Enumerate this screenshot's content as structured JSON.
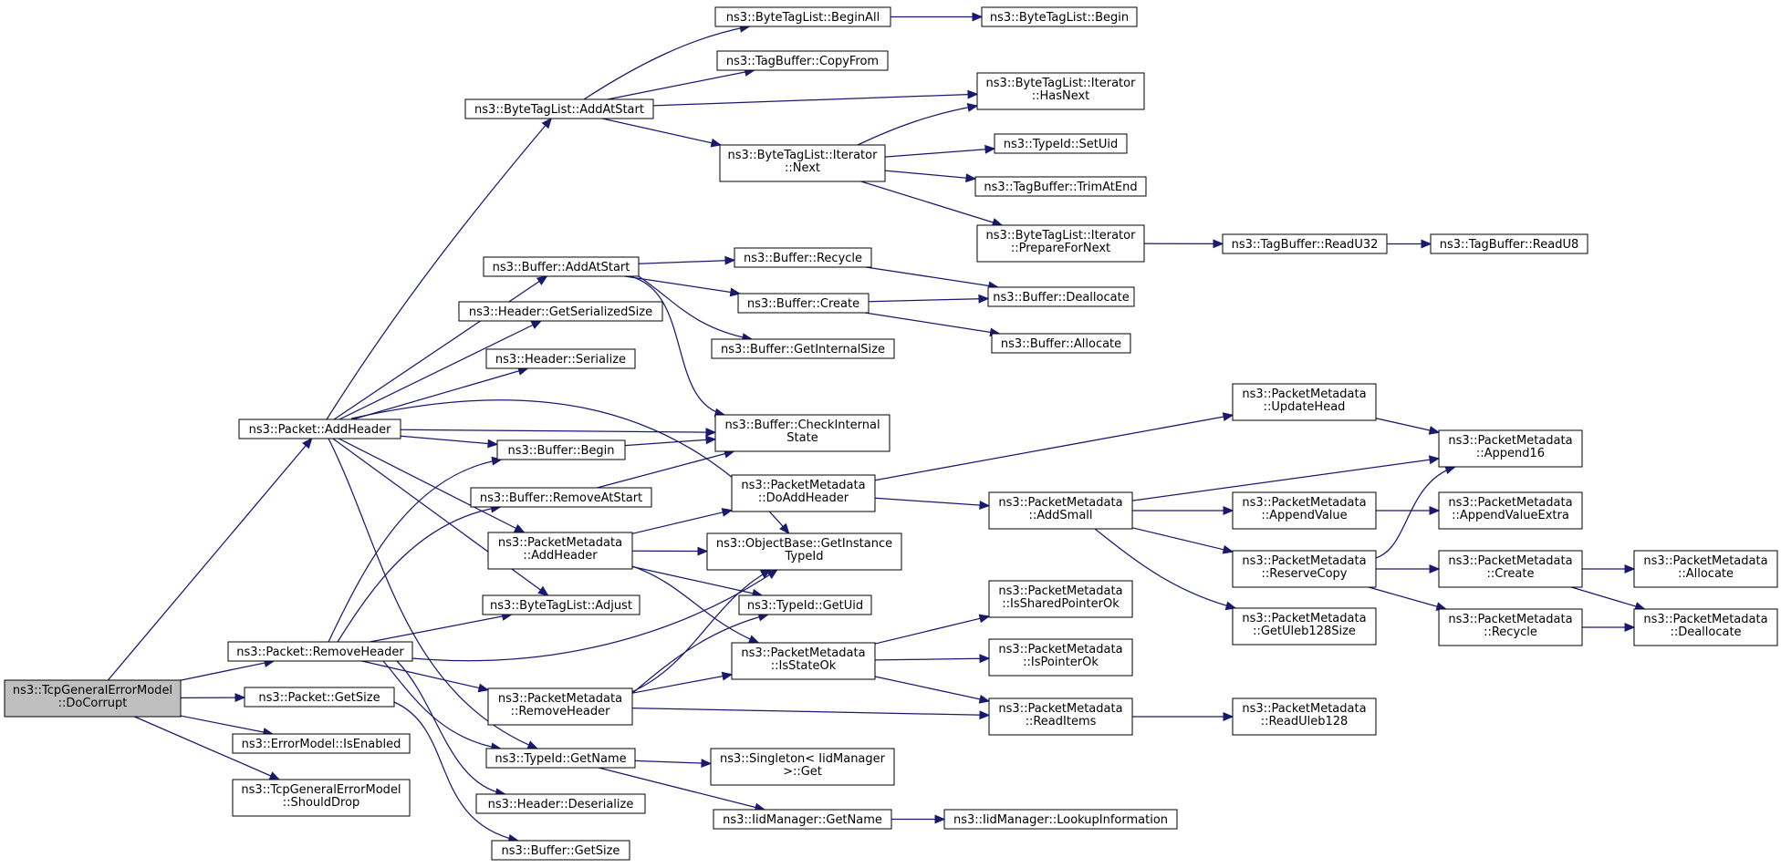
{
  "diagram": {
    "colors": {
      "edge": "#191970",
      "node_border": "#000000",
      "root_fill": "#bfbfbf",
      "node_fill": "#ffffff"
    },
    "nodes": [
      {
        "id": "n0",
        "lines": [
          "ns3::TcpGeneralErrorModel",
          "::DoCorrupt"
        ],
        "root": true
      },
      {
        "id": "n1",
        "lines": [
          "ns3::Packet::AddHeader"
        ]
      },
      {
        "id": "n2",
        "lines": [
          "ns3::Packet::RemoveHeader"
        ]
      },
      {
        "id": "n3",
        "lines": [
          "ns3::Packet::GetSize"
        ]
      },
      {
        "id": "n4",
        "lines": [
          "ns3::ErrorModel::IsEnabled"
        ]
      },
      {
        "id": "n5",
        "lines": [
          "ns3::TcpGeneralErrorModel",
          "::ShouldDrop"
        ]
      },
      {
        "id": "n6",
        "lines": [
          "ns3::ByteTagList::AddAtStart"
        ]
      },
      {
        "id": "n7",
        "lines": [
          "ns3::Buffer::AddAtStart"
        ]
      },
      {
        "id": "n8",
        "lines": [
          "ns3::Header::GetSerializedSize"
        ]
      },
      {
        "id": "n9",
        "lines": [
          "ns3::Header::Serialize"
        ]
      },
      {
        "id": "n10",
        "lines": [
          "ns3::Buffer::Begin"
        ]
      },
      {
        "id": "n11",
        "lines": [
          "ns3::Buffer::RemoveAtStart"
        ]
      },
      {
        "id": "n12",
        "lines": [
          "ns3::PacketMetadata",
          "::AddHeader"
        ]
      },
      {
        "id": "n13",
        "lines": [
          "ns3::ByteTagList::Adjust"
        ]
      },
      {
        "id": "n14",
        "lines": [
          "ns3::PacketMetadata",
          "::RemoveHeader"
        ]
      },
      {
        "id": "n15",
        "lines": [
          "ns3::TypeId::GetName"
        ]
      },
      {
        "id": "n16",
        "lines": [
          "ns3::Header::Deserialize"
        ]
      },
      {
        "id": "n17",
        "lines": [
          "ns3::Buffer::GetSize"
        ]
      },
      {
        "id": "n18",
        "lines": [
          "ns3::ByteTagList::BeginAll"
        ]
      },
      {
        "id": "n19",
        "lines": [
          "ns3::TagBuffer::CopyFrom"
        ]
      },
      {
        "id": "n20",
        "lines": [
          "ns3::ByteTagList::Iterator",
          "::Next"
        ]
      },
      {
        "id": "n21",
        "lines": [
          "ns3::Buffer::Recycle"
        ]
      },
      {
        "id": "n22",
        "lines": [
          "ns3::Buffer::Create"
        ]
      },
      {
        "id": "n23",
        "lines": [
          "ns3::Buffer::GetInternalSize"
        ]
      },
      {
        "id": "n24",
        "lines": [
          "ns3::Buffer::CheckInternal",
          "State"
        ]
      },
      {
        "id": "n25",
        "lines": [
          "ns3::PacketMetadata",
          "::DoAddHeader"
        ]
      },
      {
        "id": "n26",
        "lines": [
          "ns3::ObjectBase::GetInstance",
          "TypeId"
        ]
      },
      {
        "id": "n27",
        "lines": [
          "ns3::TypeId::GetUid"
        ]
      },
      {
        "id": "n28",
        "lines": [
          "ns3::PacketMetadata",
          "::IsStateOk"
        ]
      },
      {
        "id": "n29",
        "lines": [
          "ns3::Singleton< IidManager",
          " >::Get"
        ]
      },
      {
        "id": "n30",
        "lines": [
          "ns3::IidManager::GetName"
        ]
      },
      {
        "id": "n31",
        "lines": [
          "ns3::ByteTagList::Begin"
        ]
      },
      {
        "id": "n32",
        "lines": [
          "ns3::ByteTagList::Iterator",
          "::HasNext"
        ]
      },
      {
        "id": "n33",
        "lines": [
          "ns3::TypeId::SetUid"
        ]
      },
      {
        "id": "n34",
        "lines": [
          "ns3::TagBuffer::TrimAtEnd"
        ]
      },
      {
        "id": "n35",
        "lines": [
          "ns3::ByteTagList::Iterator",
          "::PrepareForNext"
        ]
      },
      {
        "id": "n36",
        "lines": [
          "ns3::Buffer::Deallocate"
        ]
      },
      {
        "id": "n37",
        "lines": [
          "ns3::Buffer::Allocate"
        ]
      },
      {
        "id": "n38",
        "lines": [
          "ns3::PacketMetadata",
          "::AddSmall"
        ]
      },
      {
        "id": "n39",
        "lines": [
          "ns3::PacketMetadata",
          "::IsSharedPointerOk"
        ]
      },
      {
        "id": "n40",
        "lines": [
          "ns3::PacketMetadata",
          "::IsPointerOk"
        ]
      },
      {
        "id": "n41",
        "lines": [
          "ns3::PacketMetadata",
          "::ReadItems"
        ]
      },
      {
        "id": "n42",
        "lines": [
          "ns3::IidManager::LookupInformation"
        ]
      },
      {
        "id": "n43",
        "lines": [
          "ns3::TagBuffer::ReadU32"
        ]
      },
      {
        "id": "n44",
        "lines": [
          "ns3::PacketMetadata",
          "::UpdateHead"
        ]
      },
      {
        "id": "n45",
        "lines": [
          "ns3::PacketMetadata",
          "::AppendValue"
        ]
      },
      {
        "id": "n46",
        "lines": [
          "ns3::PacketMetadata",
          "::ReserveCopy"
        ]
      },
      {
        "id": "n47",
        "lines": [
          "ns3::PacketMetadata",
          "::GetUleb128Size"
        ]
      },
      {
        "id": "n48",
        "lines": [
          "ns3::PacketMetadata",
          "::ReadUleb128"
        ]
      },
      {
        "id": "n49",
        "lines": [
          "ns3::TagBuffer::ReadU8"
        ]
      },
      {
        "id": "n50",
        "lines": [
          "ns3::PacketMetadata",
          "::Append16"
        ]
      },
      {
        "id": "n51",
        "lines": [
          "ns3::PacketMetadata",
          "::AppendValueExtra"
        ]
      },
      {
        "id": "n52",
        "lines": [
          "ns3::PacketMetadata",
          "::Create"
        ]
      },
      {
        "id": "n53",
        "lines": [
          "ns3::PacketMetadata",
          "::Recycle"
        ]
      },
      {
        "id": "n54",
        "lines": [
          "ns3::PacketMetadata",
          "::Allocate"
        ]
      },
      {
        "id": "n55",
        "lines": [
          "ns3::PacketMetadata",
          "::Deallocate"
        ]
      }
    ],
    "edges": [
      [
        "n0",
        "n1"
      ],
      [
        "n0",
        "n2"
      ],
      [
        "n0",
        "n3"
      ],
      [
        "n0",
        "n4"
      ],
      [
        "n0",
        "n5"
      ],
      [
        "n1",
        "n6"
      ],
      [
        "n1",
        "n7"
      ],
      [
        "n1",
        "n8"
      ],
      [
        "n1",
        "n9"
      ],
      [
        "n1",
        "n24"
      ],
      [
        "n1",
        "n10"
      ],
      [
        "n1",
        "n12"
      ],
      [
        "n1",
        "n13"
      ],
      [
        "n1",
        "n26"
      ],
      [
        "n1",
        "n15"
      ],
      [
        "n2",
        "n10"
      ],
      [
        "n2",
        "n11"
      ],
      [
        "n2",
        "n13"
      ],
      [
        "n2",
        "n26"
      ],
      [
        "n2",
        "n14"
      ],
      [
        "n2",
        "n15"
      ],
      [
        "n2",
        "n16"
      ],
      [
        "n3",
        "n17"
      ],
      [
        "n6",
        "n18"
      ],
      [
        "n6",
        "n19"
      ],
      [
        "n6",
        "n32"
      ],
      [
        "n6",
        "n20"
      ],
      [
        "n18",
        "n31"
      ],
      [
        "n20",
        "n32"
      ],
      [
        "n20",
        "n33"
      ],
      [
        "n20",
        "n34"
      ],
      [
        "n20",
        "n35"
      ],
      [
        "n35",
        "n43"
      ],
      [
        "n43",
        "n49"
      ],
      [
        "n7",
        "n21"
      ],
      [
        "n7",
        "n22"
      ],
      [
        "n7",
        "n23"
      ],
      [
        "n7",
        "n24"
      ],
      [
        "n21",
        "n36"
      ],
      [
        "n22",
        "n36"
      ],
      [
        "n22",
        "n37"
      ],
      [
        "n10",
        "n24"
      ],
      [
        "n11",
        "n24"
      ],
      [
        "n12",
        "n25"
      ],
      [
        "n12",
        "n26"
      ],
      [
        "n12",
        "n27"
      ],
      [
        "n12",
        "n28"
      ],
      [
        "n25",
        "n44"
      ],
      [
        "n25",
        "n38"
      ],
      [
        "n14",
        "n26"
      ],
      [
        "n14",
        "n27"
      ],
      [
        "n14",
        "n28"
      ],
      [
        "n14",
        "n41"
      ],
      [
        "n28",
        "n39"
      ],
      [
        "n28",
        "n40"
      ],
      [
        "n28",
        "n41"
      ],
      [
        "n15",
        "n29"
      ],
      [
        "n15",
        "n30"
      ],
      [
        "n30",
        "n42"
      ],
      [
        "n44",
        "n50"
      ],
      [
        "n38",
        "n50"
      ],
      [
        "n38",
        "n45"
      ],
      [
        "n38",
        "n46"
      ],
      [
        "n38",
        "n47"
      ],
      [
        "n45",
        "n51"
      ],
      [
        "n46",
        "n50"
      ],
      [
        "n46",
        "n52"
      ],
      [
        "n46",
        "n53"
      ],
      [
        "n52",
        "n54"
      ],
      [
        "n52",
        "n55"
      ],
      [
        "n53",
        "n55"
      ],
      [
        "n41",
        "n48"
      ]
    ]
  }
}
